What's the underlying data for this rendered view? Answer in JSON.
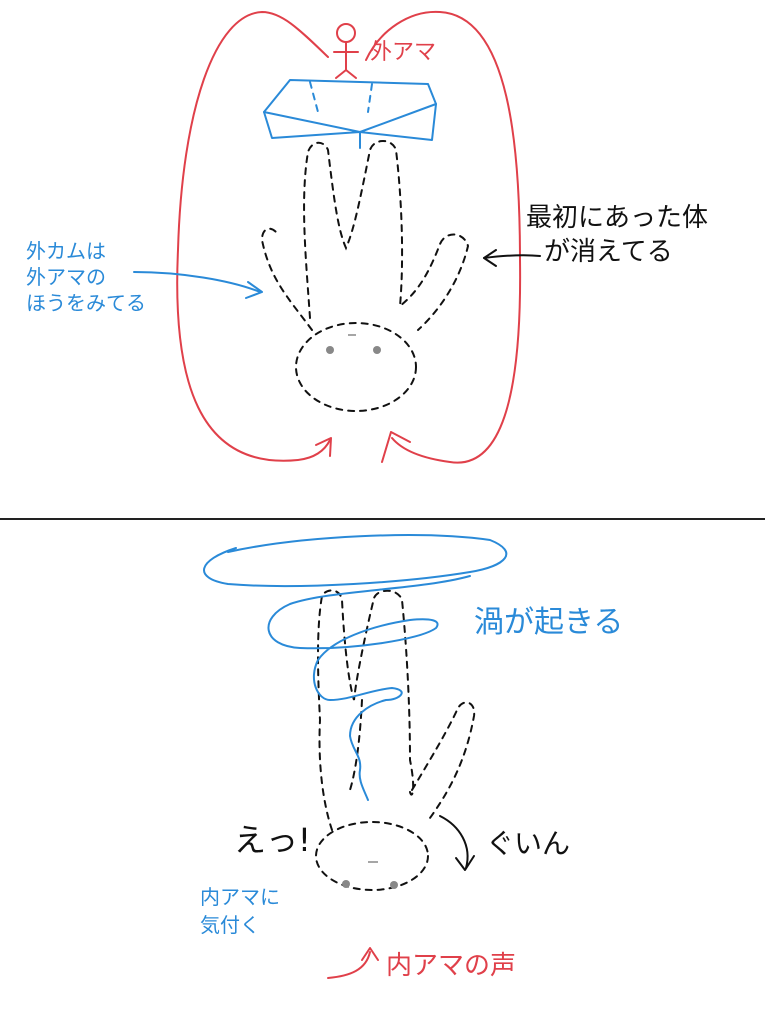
{
  "colors": {
    "red": "#e0404a",
    "blue": "#2a8ad8",
    "black": "#111111",
    "gray": "#888888",
    "divider": "#222222"
  },
  "top": {
    "outer_ama_label": "外アマ",
    "outer_kamu_label": [
      "外カムは",
      "外アマの",
      "ほうをみてる"
    ],
    "original_body_label": [
      "最初にあった体",
      "が消えてる"
    ]
  },
  "bottom": {
    "vortex_label": "渦が起きる",
    "eh_label": "えっ!",
    "guin_label": "ぐいん",
    "inner_notice_label": [
      "内アマに",
      "気付く"
    ],
    "inner_voice_label": "内アマの声"
  }
}
